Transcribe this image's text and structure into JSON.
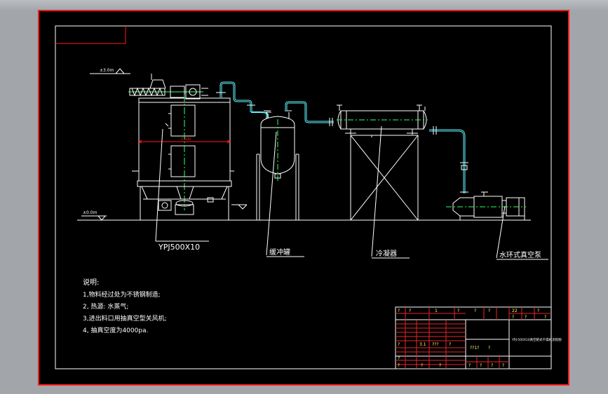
{
  "labels": {
    "elev_top": "±3.0m",
    "elev_ground": "±0.0m",
    "dryer_dim": "1 500",
    "dryer_model": "YPJ500X10",
    "buffer_tank": "缓冲罐",
    "condenser": "冷凝器",
    "vacuum_pump": "水环式真空泵"
  },
  "notes": {
    "title": "说明:",
    "line1": "1,物料经过处为不锈钢制造;",
    "line2": "2, 热源: 水蒸气;",
    "line3": "3,进出料口用抽真空型关风机;",
    "line4": "4, 抽真空度为4000pa."
  },
  "title_block": {
    "drawing_title": "YPJ-500X10真空耙式干燥机流程图",
    "placeholder": "?",
    "mark1": "1",
    "mark2": "22",
    "mark3": "3.1",
    "mark4": "???",
    "scale": "??1?"
  },
  "colors": {
    "frame_red": "#ff1a1a",
    "equipment": "#ffffff",
    "pipe_green": "#33ff66",
    "pipe_cyan": "#5ff5ff",
    "table_red": "#e8262a",
    "table_white": "#ffffff",
    "text_yellow": "#ffff66"
  }
}
